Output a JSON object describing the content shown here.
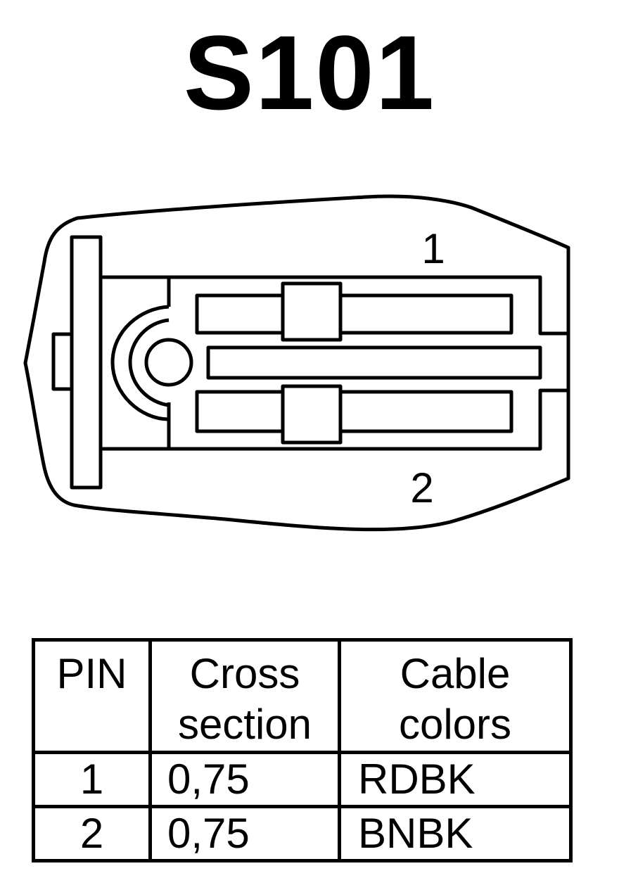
{
  "title": "S101",
  "connector": {
    "pin_labels": [
      "1",
      "2"
    ]
  },
  "table": {
    "headers": {
      "pin": "PIN",
      "cross_section": [
        "Cross",
        "section"
      ],
      "cable_colors": [
        "Cable",
        "colors"
      ]
    },
    "rows": [
      {
        "pin": "1",
        "cross_section": "0,75",
        "cable_colors": "RDBK"
      },
      {
        "pin": "2",
        "cross_section": "0,75",
        "cable_colors": "BNBK"
      }
    ]
  }
}
